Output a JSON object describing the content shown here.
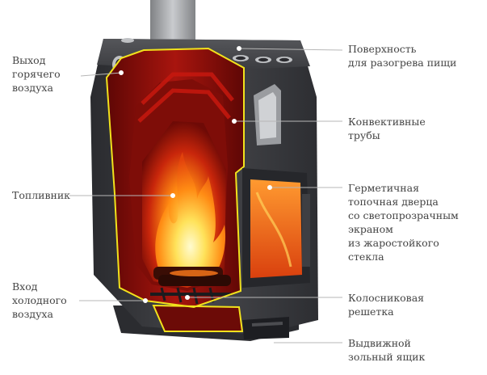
{
  "diagram": {
    "labels_left": [
      {
        "id": "hot-air-outlet",
        "lines": [
          "Выход",
          "горячего",
          "воздуха"
        ]
      },
      {
        "id": "firebox",
        "lines": [
          "Топливник"
        ]
      },
      {
        "id": "cold-air-inlet",
        "lines": [
          "Вход",
          "холодного",
          "воздуха"
        ]
      }
    ],
    "labels_right": [
      {
        "id": "cooking-surface",
        "lines": [
          "Поверхность",
          "для разогрева пищи"
        ]
      },
      {
        "id": "convection-tubes",
        "lines": [
          "Конвективные",
          "трубы"
        ]
      },
      {
        "id": "sealed-door",
        "lines": [
          "Герметичная",
          "топочная дверца",
          "со светопрозрачным",
          "экраном",
          "из жаростойкого",
          "стекла"
        ]
      },
      {
        "id": "grate",
        "lines": [
          "Колосниковая",
          "решетка"
        ]
      },
      {
        "id": "ash-drawer",
        "lines": [
          "Выдвижной",
          "зольный ящик"
        ]
      }
    ]
  },
  "colors": {
    "text": "#444444",
    "leader": "#b7b7b7",
    "stove_body": "#3a3b3e",
    "stove_dark": "#24252a",
    "firebox_red": "#8a0f0a",
    "cutaway_outline": "#f2e21c",
    "flame_core": "#fff2a0",
    "flame_outer": "#ff7a0a",
    "chimney": "#9c9ea1"
  }
}
